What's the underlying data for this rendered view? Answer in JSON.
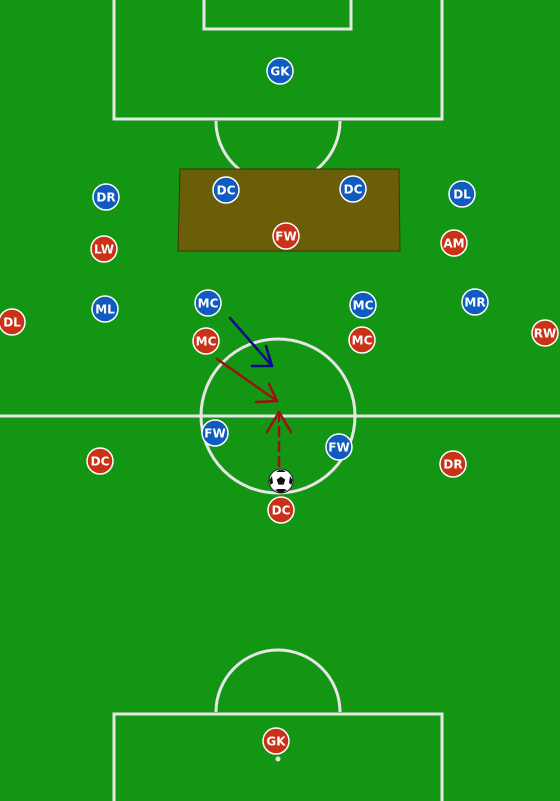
{
  "colors": {
    "grass": "#139613",
    "lines": "#e6e6e6",
    "blue_team": "#0f5bbf",
    "red_team": "#c93216",
    "zone": "#6b5e08",
    "blue_arrow": "#0a0a8c",
    "red_arrow": "#a01010"
  },
  "blue_team": {
    "gk": "GK",
    "dc_left": "DC",
    "dc_right": "DC",
    "dr": "DR",
    "dl": "DL",
    "ml": "ML",
    "mc_left": "MC",
    "mc_right": "MC",
    "mr": "MR",
    "fw_left": "FW",
    "fw_right": "FW"
  },
  "red_team": {
    "fw": "FW",
    "lw": "LW",
    "am": "AM",
    "dl": "DL",
    "rw": "RW",
    "mc_left": "MC",
    "mc_right": "MC",
    "dc_left": "DC",
    "dc_center": "DC",
    "dr": "DR",
    "gk": "GK"
  },
  "icons": {
    "ball": "soccer-ball-icon"
  }
}
